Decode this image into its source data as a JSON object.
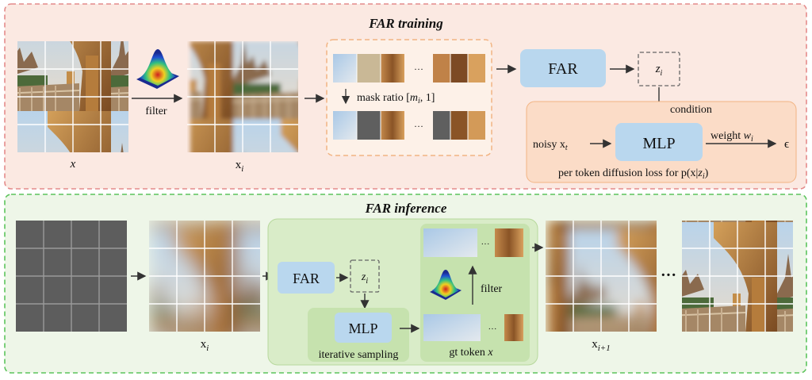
{
  "training": {
    "title": "FAR training",
    "filter_label": "filter",
    "input_label": "x",
    "filtered_label_base": "x",
    "filtered_label_sub": "i",
    "mask_ratio_label": "mask ratio [",
    "mask_ratio_var": "m",
    "mask_ratio_sub": "i",
    "mask_ratio_tail": ", 1]",
    "ellipsis": "···",
    "far_label": "FAR",
    "z_label": "z",
    "z_sub": "i",
    "condition_label": "condition",
    "noisy_label_base": "noisy x",
    "noisy_label_sub": "t",
    "mlp_label": "MLP",
    "weight_label": "weight ",
    "weight_var": "w",
    "weight_sub": "i",
    "epsilon_label": "ϵ",
    "loss_label_prefix": "per token diffusion loss for  p(x|",
    "loss_label_var": "z",
    "loss_label_sub": "i",
    "loss_label_suffix": ")"
  },
  "inference": {
    "title": "FAR inference",
    "xi_label_base": "x",
    "xi_label_sub": "i",
    "far_label": "FAR",
    "z_label": "z",
    "z_sub": "i",
    "mlp_label": "MLP",
    "iterative_label": "iterative sampling",
    "ellipsis": "···",
    "filter_label": "filter",
    "gt_label_prefix": "gt token ",
    "gt_label_var": "x",
    "xnext_label_base": "x",
    "xnext_label_sub": "i+1",
    "ellipsis_big": "···"
  },
  "colors": {
    "training_bg": "#fbe9e2",
    "training_border": "#e48b8b",
    "inference_bg": "#eef6e8",
    "inference_border": "#5cc45c",
    "far_box": "#b9d7ee",
    "mlp_box": "#b9d7ee",
    "mlp_panel_bg": "#fbdcc7",
    "mask_panel_border": "#f2b483",
    "sampling_panel_bg": "#d9ecc8",
    "token_panel_bg": "#c6e2ae",
    "masked_token": "#5f5f5f",
    "empty_grid": "#5d5d5d"
  },
  "icons": [
    "gaussian-filter-icon"
  ]
}
